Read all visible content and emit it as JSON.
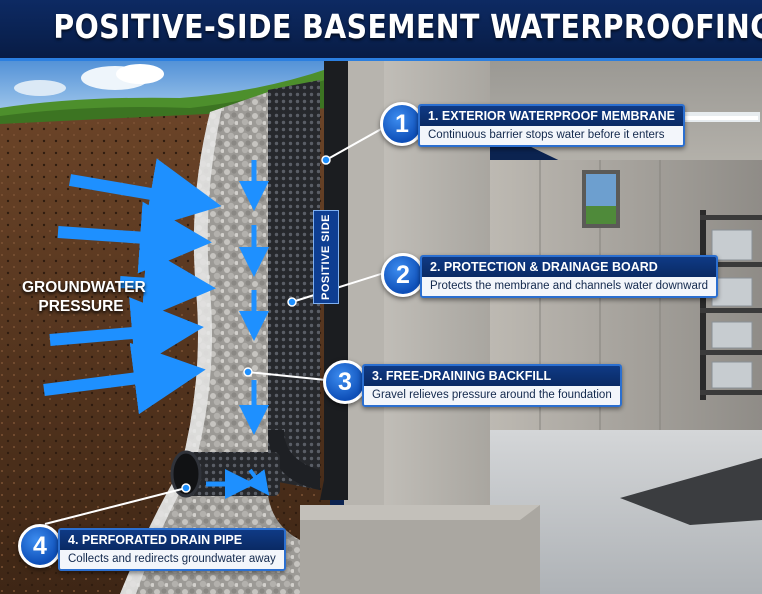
{
  "title": "POSITIVE-SIDE BASEMENT WATERPROOFING",
  "groundwater_label": "GROUNDWATER PRESSURE",
  "wall_label": "POSITIVE SIDE",
  "colors": {
    "banner": "#0b2350",
    "accent": "#2b7fe0",
    "callout_head": "#0f3a85",
    "callout_body": "#f3f6fb",
    "arrow": "#1e90ff",
    "soil": "#5a3a22",
    "membrane": "#1b1d20",
    "concrete": "#b9b6b0"
  },
  "callouts": [
    {
      "number": "1",
      "heading": "1. EXTERIOR WATERPROOF MEMBRANE",
      "text": "Continuous barrier stops water before it enters"
    },
    {
      "number": "2",
      "heading": "2. PROTECTION & DRAINAGE BOARD",
      "text": "Protects the membrane and channels water downward"
    },
    {
      "number": "3",
      "heading": "3. FREE-DRAINING BACKFILL",
      "text": "Gravel relieves pressure around the foundation"
    },
    {
      "number": "4",
      "heading": "4. PERFORATED DRAIN PIPE",
      "text": "Collects and redirects groundwater away"
    }
  ]
}
